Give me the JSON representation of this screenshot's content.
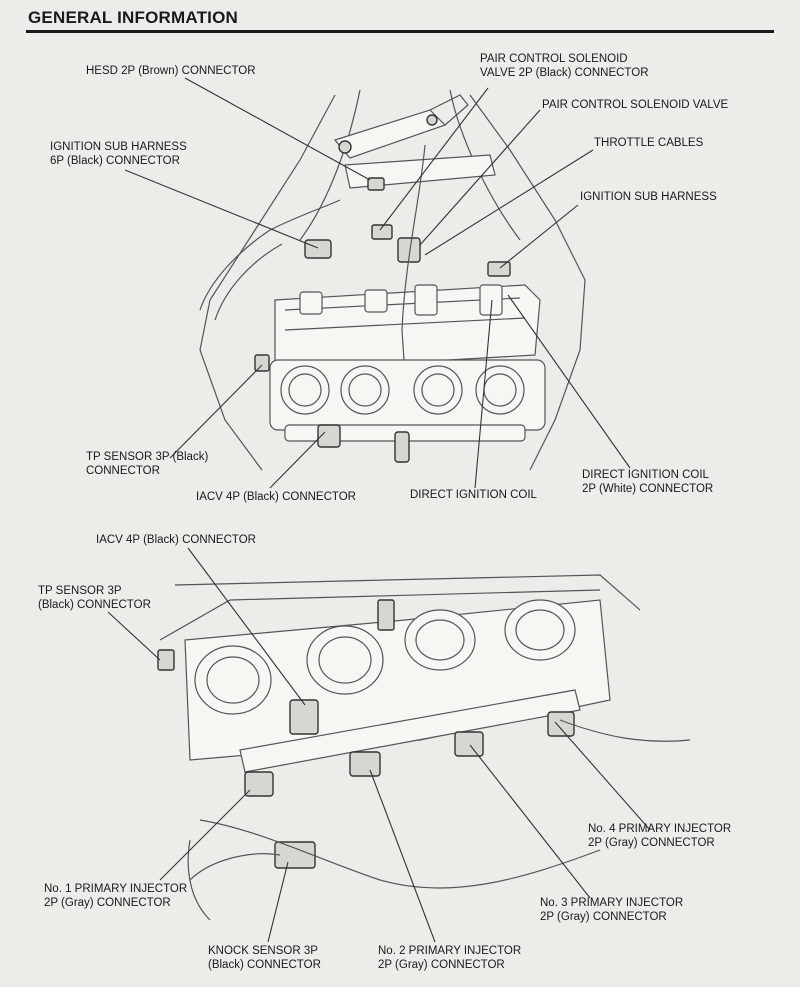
{
  "header": {
    "title": "GENERAL INFORMATION"
  },
  "top_labels": {
    "hesd": "HESD 2P (Brown) CONNECTOR",
    "pair_control_connector_1": "PAIR CONTROL SOLENOID",
    "pair_control_connector_2": "VALVE 2P (Black) CONNECTOR",
    "pair_control_valve": "PAIR CONTROL SOLENOID VALVE",
    "ignition_sub_harness_connector_1": "IGNITION SUB HARNESS",
    "ignition_sub_harness_connector_2": "6P (Black) CONNECTOR",
    "throttle_cables": "THROTTLE CABLES",
    "ignition_sub_harness": "IGNITION SUB HARNESS",
    "tp_sensor_1": "TP SENSOR 3P (Black)",
    "tp_sensor_2": "CONNECTOR",
    "iacv": "IACV 4P (Black) CONNECTOR",
    "direct_ignition_coil": "DIRECT IGNITION COIL",
    "direct_ignition_coil_connector_1": "DIRECT IGNITION COIL",
    "direct_ignition_coil_connector_2": "2P (White) CONNECTOR"
  },
  "bottom_labels": {
    "iacv": "IACV 4P (Black) CONNECTOR",
    "tp_sensor_1": "TP SENSOR 3P",
    "tp_sensor_2": "(Black) CONNECTOR",
    "injector_4_1": "No. 4 PRIMARY INJECTOR",
    "injector_4_2": "2P (Gray) CONNECTOR",
    "injector_1_1": "No. 1 PRIMARY INJECTOR",
    "injector_1_2": "2P (Gray) CONNECTOR",
    "injector_3_1": "No. 3 PRIMARY INJECTOR",
    "injector_3_2": "2P (Gray) CONNECTOR",
    "knock_sensor_1": "KNOCK SENSOR 3P",
    "knock_sensor_2": "(Black) CONNECTOR",
    "injector_2_1": "No. 2 PRIMARY INJECTOR",
    "injector_2_2": "2P (Gray) CONNECTOR"
  }
}
